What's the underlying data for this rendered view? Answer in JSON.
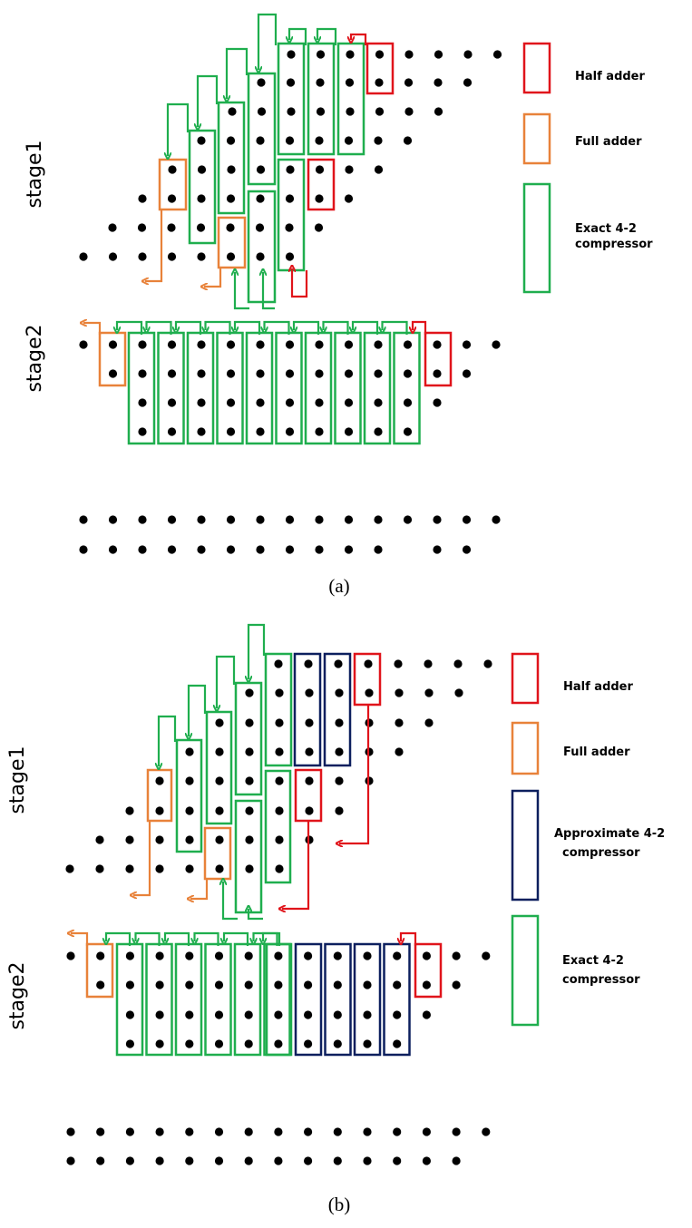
{
  "colors": {
    "half_adder": "#e0141b",
    "full_adder": "#e8823a",
    "exact_compressor": "#1fae4e",
    "approx_compressor": "#0c1f5e",
    "dot": "#000000"
  },
  "panel_a": {
    "stage1_label": "stage1",
    "stage2_label": "stage2",
    "caption": "(a)",
    "legend": [
      {
        "kind": "half_adder",
        "label": "Half adder"
      },
      {
        "kind": "full_adder",
        "label": "Full adder"
      },
      {
        "kind": "exact_compressor",
        "label_lines": [
          "Exact 4-2",
          "compressor"
        ]
      }
    ]
  },
  "panel_b": {
    "stage1_label": "stage1",
    "stage2_label": "stage2",
    "caption": "(b)",
    "legend": [
      {
        "kind": "half_adder",
        "label": "Half adder"
      },
      {
        "kind": "full_adder",
        "label": "Full adder"
      },
      {
        "kind": "approx_compressor",
        "label_lines": [
          "Approximate 4-2",
          "compressor"
        ]
      },
      {
        "kind": "exact_compressor",
        "label_lines": [
          "Exact 4-2",
          "compressor"
        ]
      }
    ]
  }
}
